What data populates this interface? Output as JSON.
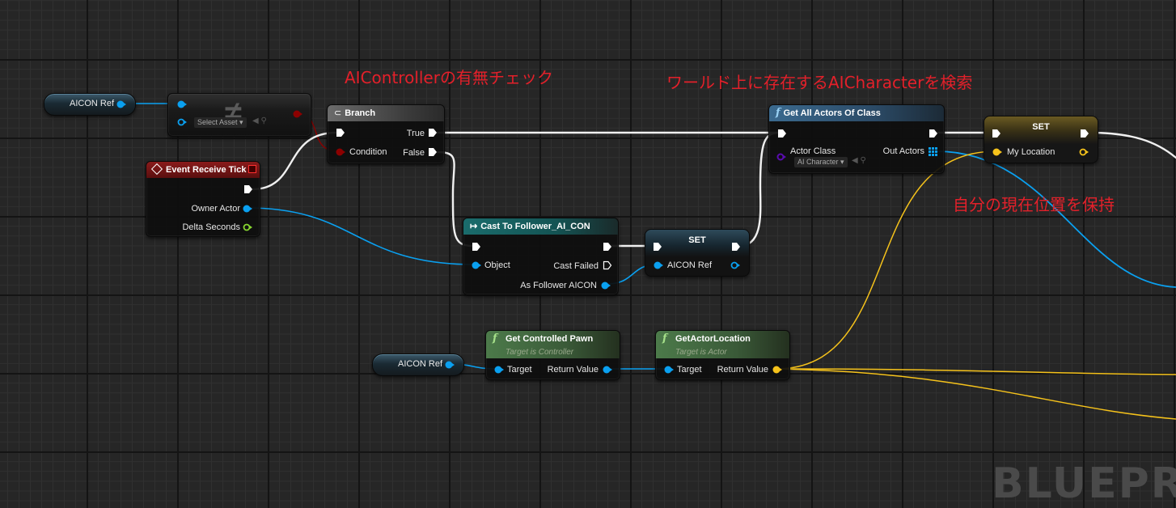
{
  "comments": {
    "aicon_check": "AIControllerの有無チェック",
    "search_characters": "ワールド上に存在するAICharacterを検索",
    "keep_location": "自分の現在位置を保持"
  },
  "watermark": "BLUEPRI",
  "nodes": {
    "aicon_ref_top": {
      "label": "AICON Ref"
    },
    "not_equal": {
      "select_asset": "Select Asset",
      "symbol": "≠"
    },
    "branch": {
      "title": "Branch",
      "true_label": "True",
      "false_label": "False",
      "condition_label": "Condition"
    },
    "event_tick": {
      "title": "Event Receive Tick",
      "owner_actor": "Owner Actor",
      "delta_seconds": "Delta Seconds"
    },
    "cast": {
      "title": "Cast To Follower_AI_CON",
      "object": "Object",
      "cast_failed": "Cast Failed",
      "as_follower": "As Follower AICON"
    },
    "set_aicon": {
      "title": "SET",
      "var": "AICON Ref"
    },
    "get_all_actors": {
      "title": "Get All Actors Of Class",
      "actor_class": "Actor Class",
      "actor_class_value": "AI Character",
      "out_actors": "Out Actors"
    },
    "set_location": {
      "title": "SET",
      "var": "My Location"
    },
    "aicon_ref_bottom": {
      "label": "AICON Ref"
    },
    "get_pawn": {
      "title": "Get Controlled Pawn",
      "subtitle": "Target is Controller",
      "target": "Target",
      "return_value": "Return Value"
    },
    "get_location": {
      "title": "GetActorLocation",
      "subtitle": "Target is Actor",
      "target": "Target",
      "return_value": "Return Value"
    }
  },
  "colors": {
    "exec": "#ffffff",
    "object_pin": "#0aa0f0",
    "bool_pin": "#8c0000",
    "float_pin": "#88d830",
    "vector_pin": "#f5c21b",
    "class_pin": "#5a0cb0",
    "comment": "#e3202a"
  }
}
